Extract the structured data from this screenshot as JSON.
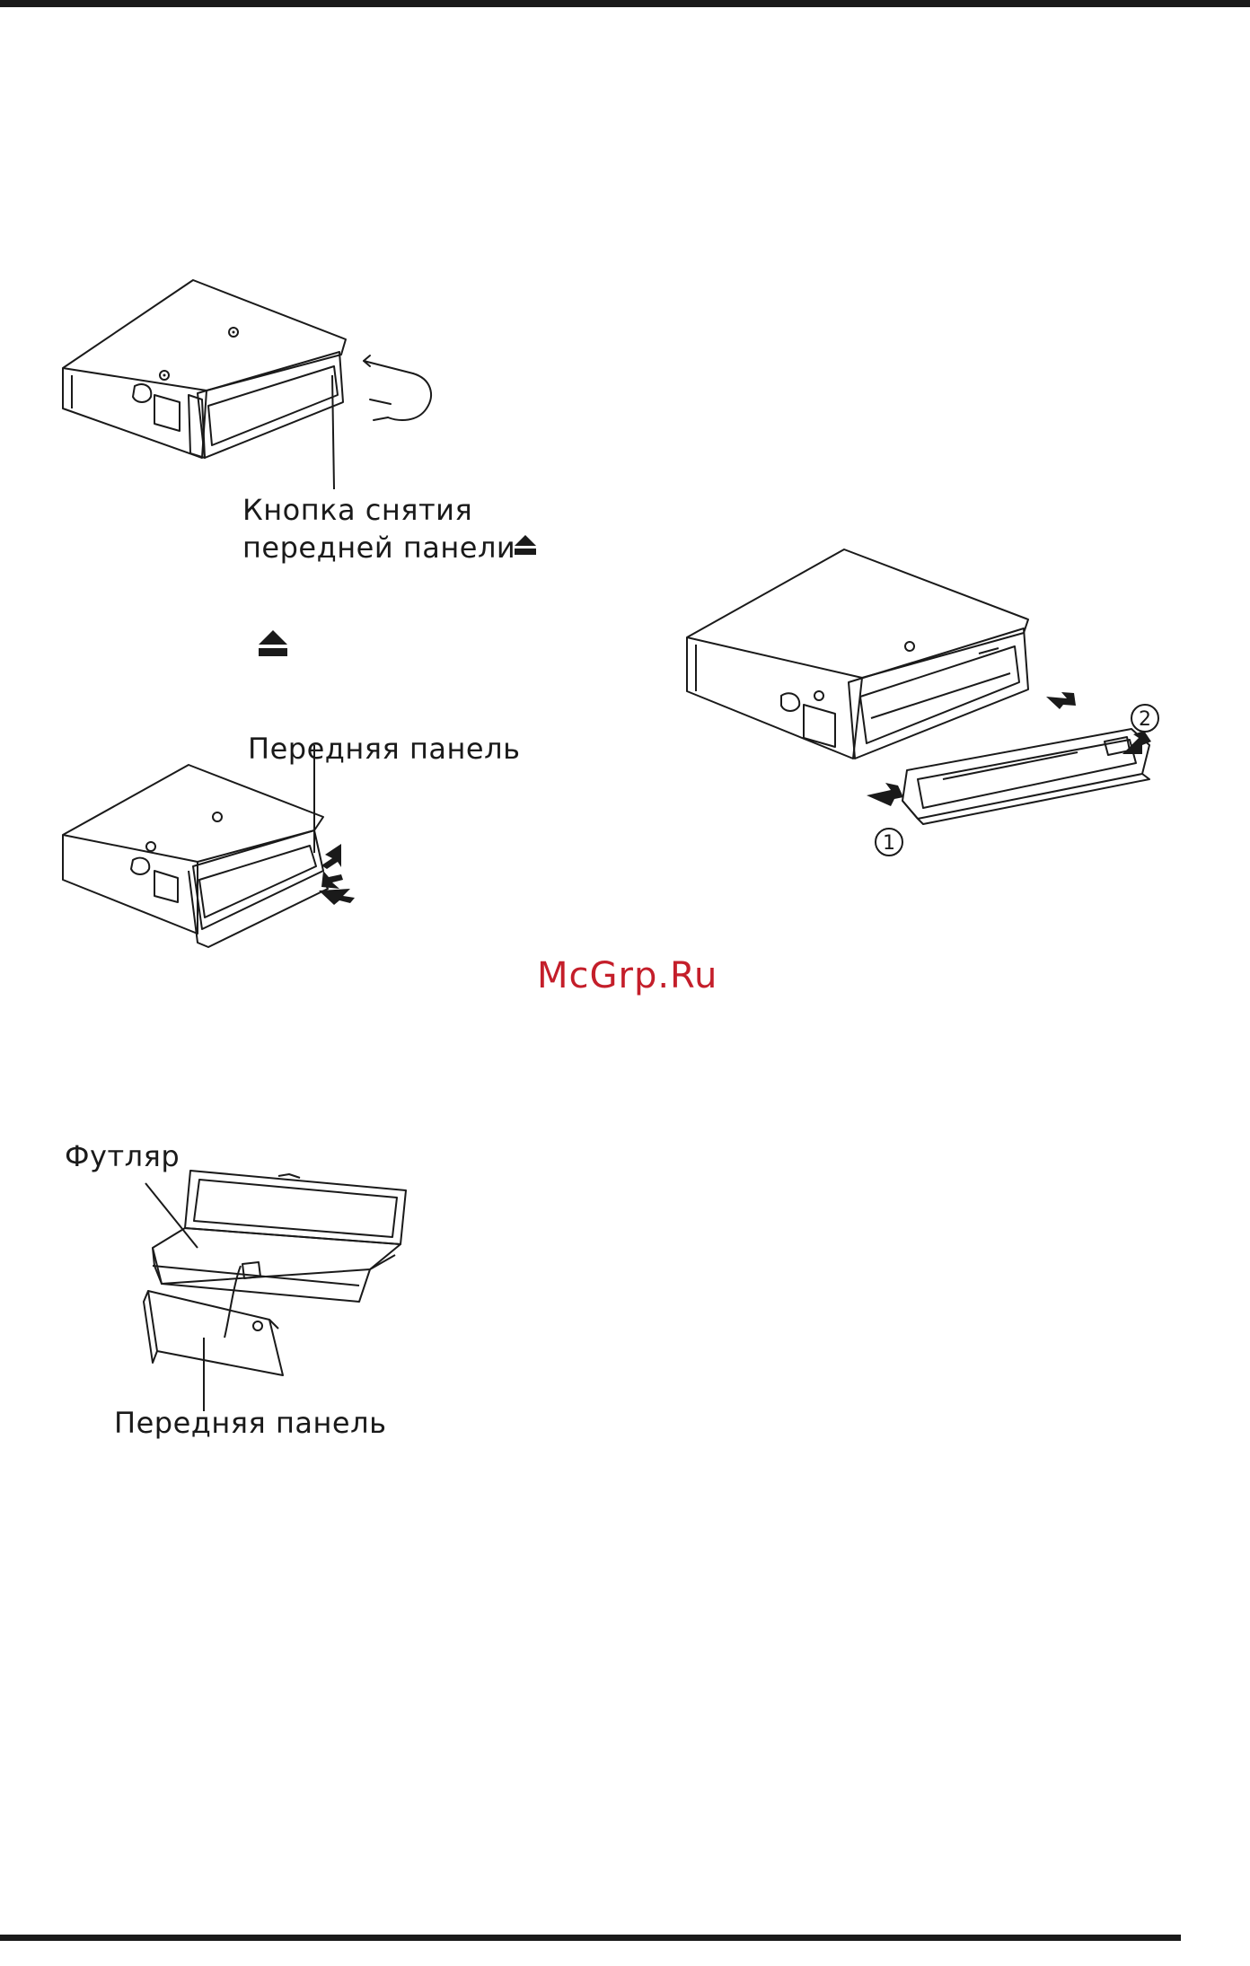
{
  "labels": {
    "release_button_line1": "Кнопка снятия",
    "release_button_line2": "передней панели",
    "front_panel_top": "Передняя панель",
    "case": "Футляр",
    "front_panel_bottom": "Передняя панель"
  },
  "callouts": {
    "step_1": "1",
    "step_2": "2"
  },
  "watermark": "McGrp.Ru",
  "icons": {
    "release_icon": "eject-icon"
  },
  "colors": {
    "ink": "#1a1a1a",
    "watermark": "#c41e2a"
  }
}
